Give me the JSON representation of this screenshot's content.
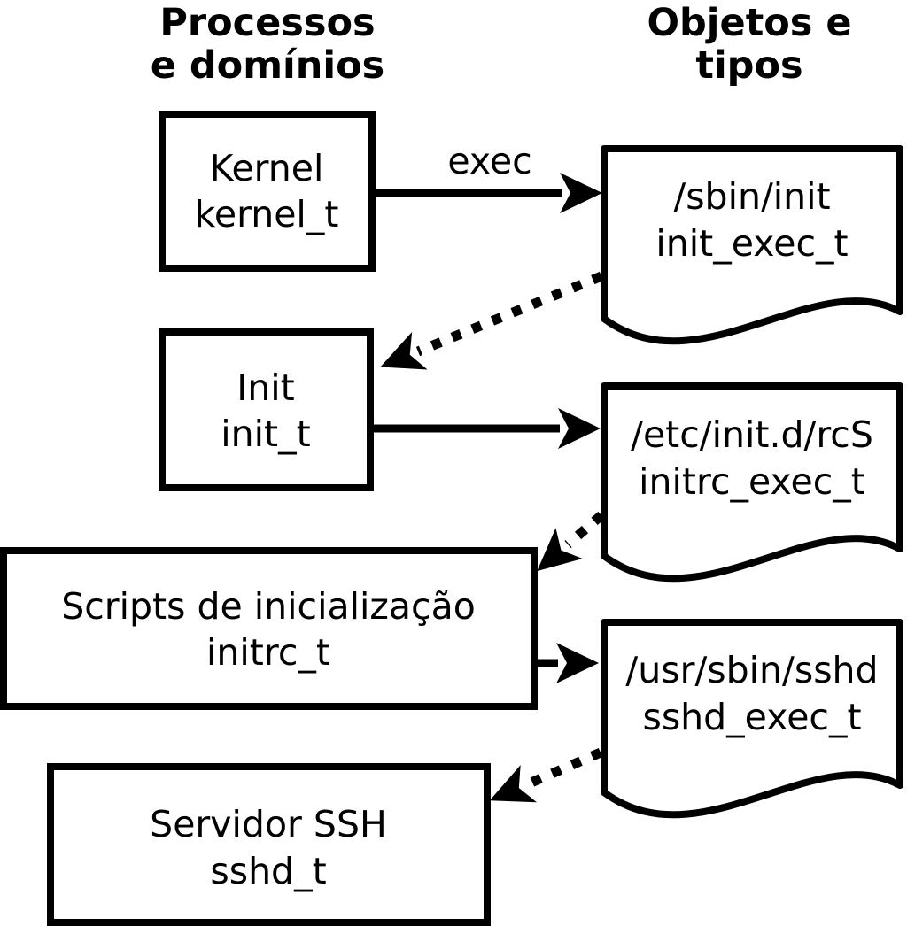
{
  "colors": {
    "ink": "#000000",
    "paper": "#ffffff"
  },
  "headers": {
    "left": {
      "line1": "Processos",
      "line2": "e domínios"
    },
    "right": {
      "line1": "Objetos e",
      "line2": "tipos"
    }
  },
  "processes": [
    {
      "label": "Kernel",
      "domain": "kernel_t"
    },
    {
      "label": "Init",
      "domain": "init_t"
    },
    {
      "label": "Scripts de inicialização",
      "domain": "initrc_t"
    },
    {
      "label": "Servidor SSH",
      "domain": "sshd_t"
    }
  ],
  "objects": [
    {
      "path": "/sbin/init",
      "type": "init_exec_t"
    },
    {
      "path": "/etc/init.d/rcS",
      "type": "initrc_exec_t"
    },
    {
      "path": "/usr/sbin/sshd",
      "type": "sshd_exec_t"
    }
  ],
  "arrows": {
    "exec_label": "exec"
  }
}
